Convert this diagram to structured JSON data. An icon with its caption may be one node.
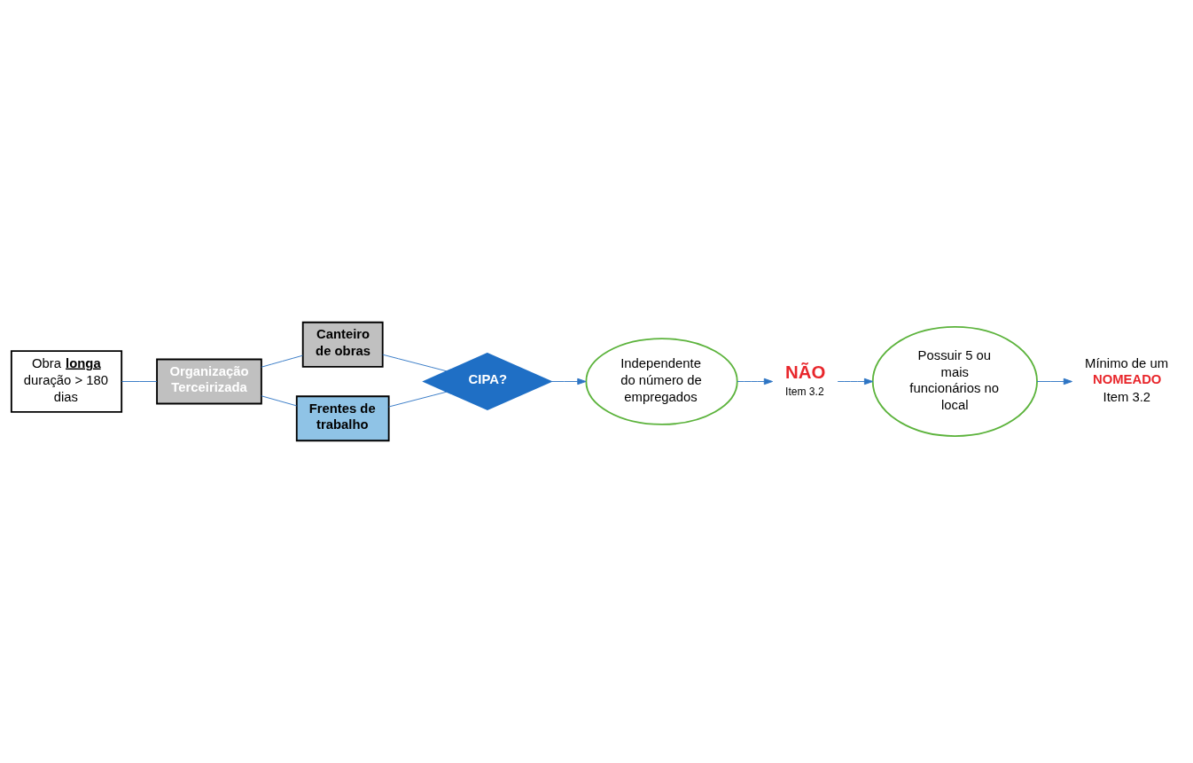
{
  "diagram": {
    "nodes": [
      {
        "text": [
          "Obra **longa** duração > 180 dias"
        ]
      },
      {
        "text": [
          "Organização Terceirizada"
        ]
      },
      {
        "text": [
          "Canteiro de obras"
        ]
      },
      {
        "text": [
          "Frentes de trabalho"
        ]
      },
      {
        "text": [
          "CIPA?"
        ]
      },
      {
        "text": [
          "Independente do número de empregados"
        ]
      },
      {
        "text": [
          "NÃO"
        ],
        "beside": [
          "Item 3.2"
        ]
      },
      {
        "text": [
          "Possuir 5 ou mais funcionários no local"
        ]
      },
      {
        "text": [
          "Mínimo de um",
          "NOMEADO",
          "Item 3.2"
        ]
      }
    ],
    "edges": [
      {
        "from": 0,
        "to": 1,
        "arrow": "none"
      },
      {
        "from": 1,
        "to": 2,
        "arrow": "none"
      },
      {
        "from": 1,
        "to": 3,
        "arrow": "none"
      },
      {
        "from": 2,
        "to": 4,
        "arrow": "none"
      },
      {
        "from": 3,
        "to": 4,
        "arrow": "none"
      },
      {
        "from": 4,
        "to": 5,
        "arrow": "to"
      },
      {
        "from": 5,
        "to": 6,
        "arrow": "to"
      },
      {
        "from": 6,
        "to": 7,
        "arrow": "to"
      },
      {
        "from": 7,
        "to": 8,
        "arrow": "to"
      }
    ]
  }
}
